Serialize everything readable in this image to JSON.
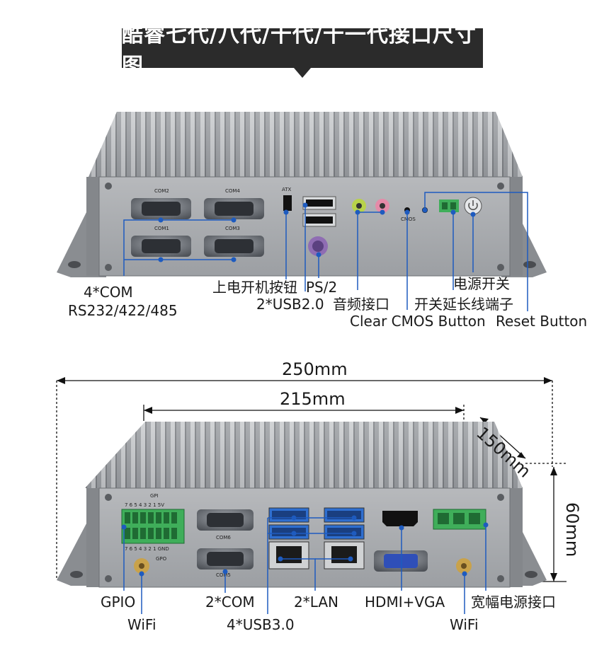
{
  "title": "酷睿七代/八代/十代/十一代接口尺寸图",
  "front_panel": {
    "port_text": {
      "com2": "COM2",
      "com4": "COM4",
      "com1": "COM1",
      "com3": "COM3",
      "atx": "ATX",
      "cmos": "CMOS"
    },
    "labels": {
      "com_count": "4*COM",
      "com_standard": "RS232/422/485",
      "power_switch_button": "上电开机按钮",
      "ps2": "PS/2",
      "usb2": "2*USB2.0",
      "audio": "音频接口",
      "clear_cmos": "Clear CMOS Button",
      "extension_terminal": "开关延长线端子",
      "power_switch": "电源开关",
      "reset": "Reset Button"
    }
  },
  "back_panel": {
    "port_text": {
      "gpi": "GPI",
      "gpi_pins": "7 6 5 4 3 2 1 5V",
      "gpo_pins": "7 6 5 4 3 2 1 GND",
      "gpo": "GPO",
      "com6": "COM6",
      "com5": "COM5"
    },
    "labels": {
      "gpio": "GPIO",
      "wifi_left": "WiFi",
      "com": "2*COM",
      "usb3": "4*USB3.0",
      "lan": "2*LAN",
      "video": "HDMI+VGA",
      "wifi_right": "WiFi",
      "dc_power": "宽幅电源接口"
    }
  },
  "dimensions": {
    "width": "250mm",
    "inner_width": "215mm",
    "depth": "150mm",
    "height": "60mm"
  },
  "colors": {
    "title_bg": "#2b2b2b",
    "chassis": "#8e9195",
    "panel": "#a9acb0",
    "callout": "#1e5bbf",
    "gpio_terminal": "#3fae5a"
  }
}
